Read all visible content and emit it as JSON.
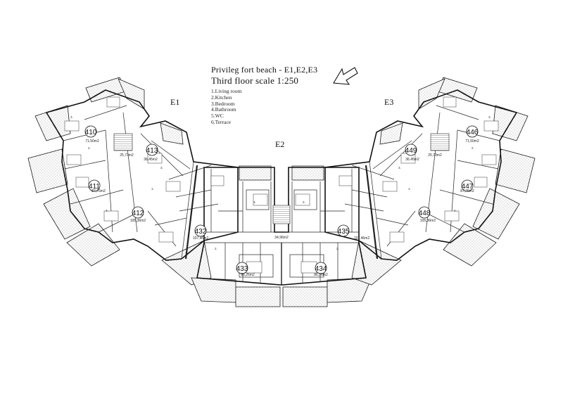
{
  "title": {
    "line1": "Privileg fort beach - E1,E2,E3",
    "line2": "Third  floor scale 1:250"
  },
  "legend": [
    "1.Living room",
    "2.Kitchen",
    "3.Bedroom",
    "4.Bathroom",
    "5.WC",
    "6.Terrace"
  ],
  "wings": {
    "e1": "E1",
    "e2": "E2",
    "e3": "E3"
  },
  "units": {
    "u410": {
      "number": "410",
      "area": "71,50m2"
    },
    "u413": {
      "number": "413",
      "area": "36,45m2"
    },
    "u411": {
      "number": "411",
      "area": "87,76m2"
    },
    "u412": {
      "number": "412",
      "area": "105,36m2"
    },
    "u432": {
      "number": "432",
      "area": "107,46m2"
    },
    "u433": {
      "number": "433",
      "area": "86,26m2"
    },
    "u434": {
      "number": "434",
      "area": "86,26m2"
    },
    "u435": {
      "number": "435",
      "area": "107,46m2"
    },
    "u448": {
      "number": "448",
      "area": "105,36m2"
    },
    "u447": {
      "number": "447",
      "area": "87,76m2"
    },
    "u449": {
      "number": "449",
      "area": "36,45m2"
    },
    "u446": {
      "number": "446",
      "area": "71,50m2"
    }
  },
  "corridors": {
    "e1": "25,73m2",
    "e2": "34,96m2",
    "e3": "25,73m2"
  },
  "room_numbers": [
    "1.",
    "2.",
    "3.",
    "4.",
    "5.",
    "6."
  ],
  "north_arrow_icon": "north-arrow-icon",
  "colors": {
    "line": "#1a1a1a",
    "hatch": "#8a8a8a",
    "background": "#ffffff"
  }
}
